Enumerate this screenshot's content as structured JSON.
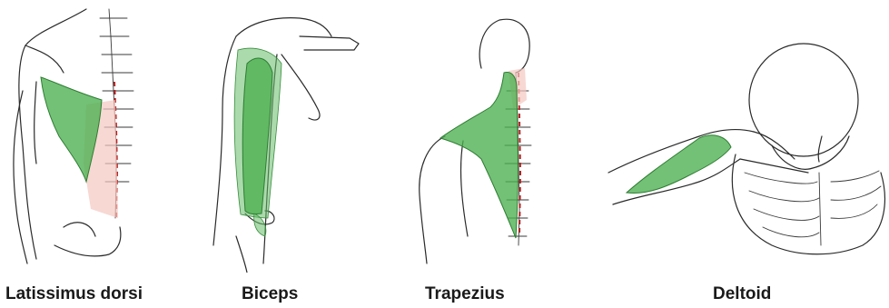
{
  "muscles": [
    {
      "label": "Latissimus dorsi",
      "icon": "latissimus-dorsi-illustration"
    },
    {
      "label": "Biceps",
      "icon": "biceps-illustration"
    },
    {
      "label": "Trapezius",
      "icon": "trapezius-illustration"
    },
    {
      "label": "Deltoid",
      "icon": "deltoid-illustration"
    }
  ],
  "colors": {
    "muscle": "#4caf50",
    "origin_area": "#f3c8c0",
    "outline": "#2a2a2a",
    "spine_marker": "#b22222"
  }
}
